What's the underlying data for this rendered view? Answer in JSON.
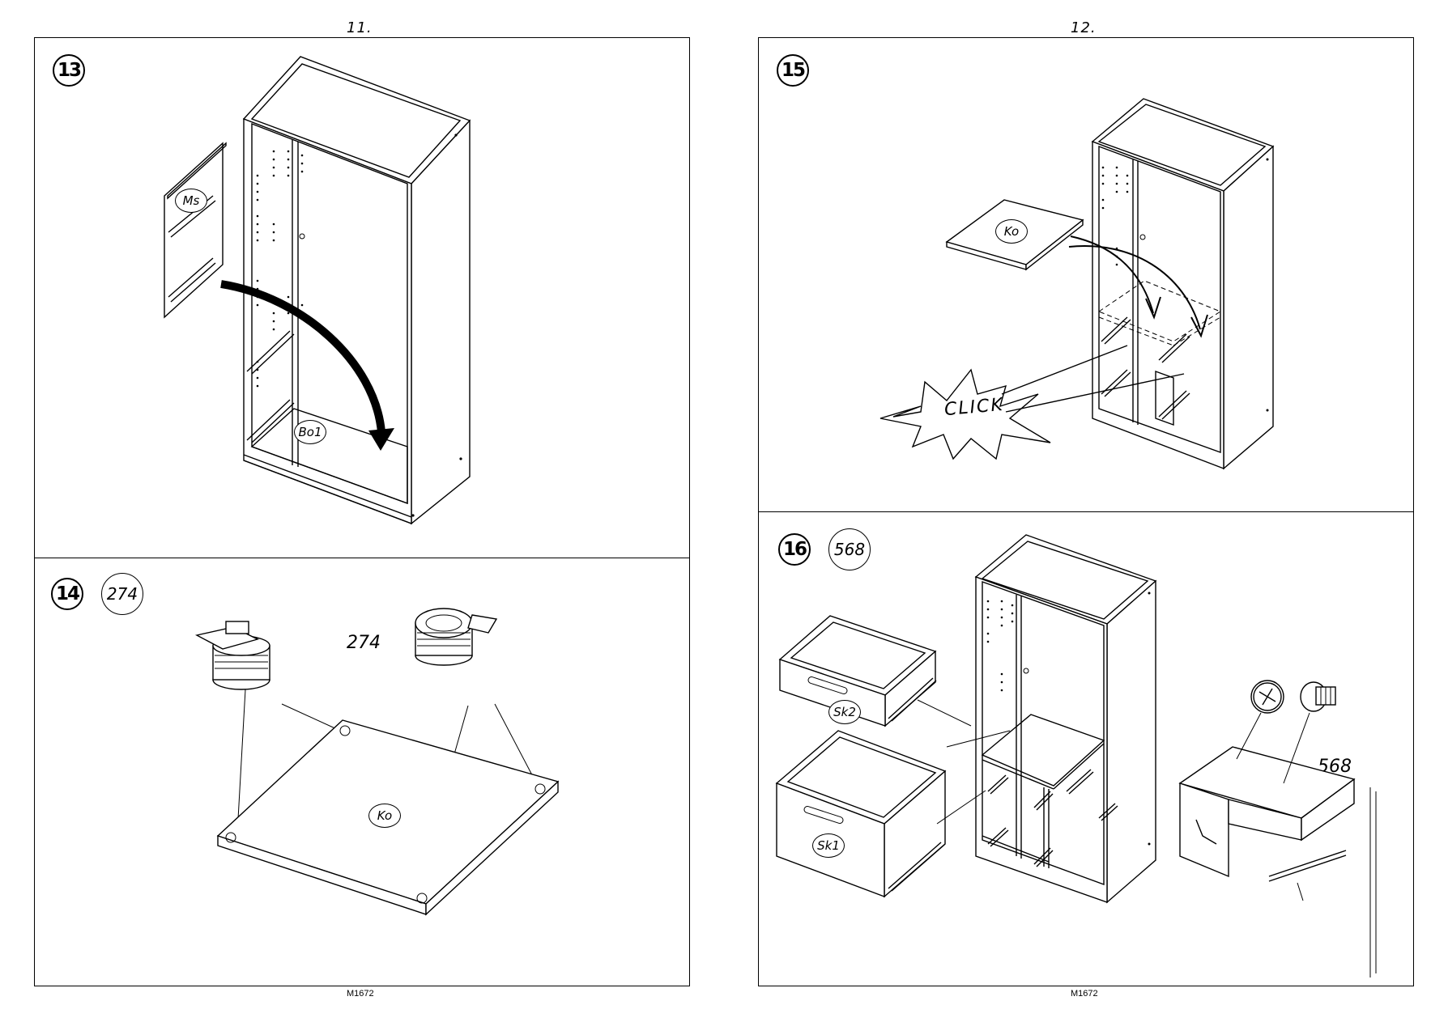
{
  "pages": [
    {
      "number": "11.",
      "footer": "M1672"
    },
    {
      "number": "12.",
      "footer": "M1672"
    }
  ],
  "steps": {
    "s13": {
      "number": "13",
      "parts": [
        "Ms",
        "Bo1"
      ]
    },
    "s14": {
      "number": "14",
      "qty": "274",
      "hardware_label": "274",
      "parts": [
        "Ko"
      ]
    },
    "s15": {
      "number": "15",
      "parts": [
        "Ko"
      ],
      "callout": "CLICK"
    },
    "s16": {
      "number": "16",
      "qty": "568",
      "hardware_label": "568",
      "parts": [
        "Sk2",
        "Sk1"
      ]
    }
  }
}
